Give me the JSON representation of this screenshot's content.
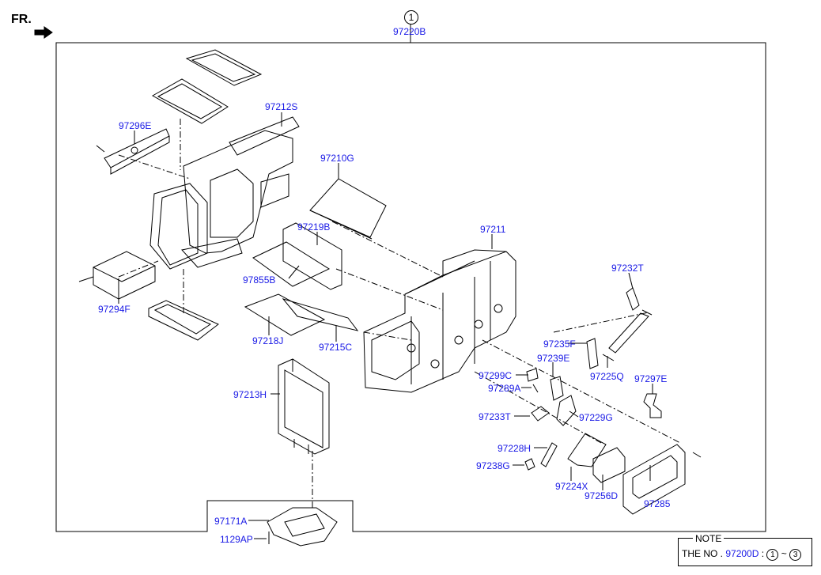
{
  "direction_label": "FR.",
  "assembly": {
    "circle_no": "1",
    "part_no": "97220B"
  },
  "labels": {
    "p97212S": "97212S",
    "p97296E": "97296E",
    "p97210G": "97210G",
    "p97219B": "97219B",
    "p97211": "97211",
    "p97855B": "97855B",
    "p97294F": "97294F",
    "p97232T": "97232T",
    "p97218J": "97218J",
    "p97215C": "97215C",
    "p97235F": "97235F",
    "p97239E": "97239E",
    "p97225Q": "97225Q",
    "p97299C": "97299C",
    "p97289A": "97289A",
    "p97297E": "97297E",
    "p97213H": "97213H",
    "p97233T": "97233T",
    "p97229G": "97229G",
    "p97228H": "97228H",
    "p97238G": "97238G",
    "p97224X": "97224X",
    "p97256D": "97256D",
    "p97285": "97285",
    "p97171A": "97171A",
    "p1129AP": "1129AP"
  },
  "note": {
    "title": "NOTE",
    "prefix": "THE NO .",
    "part_no": "97200D",
    "colon": ":",
    "range_start": "1",
    "tilde": "~",
    "range_end": "3"
  }
}
